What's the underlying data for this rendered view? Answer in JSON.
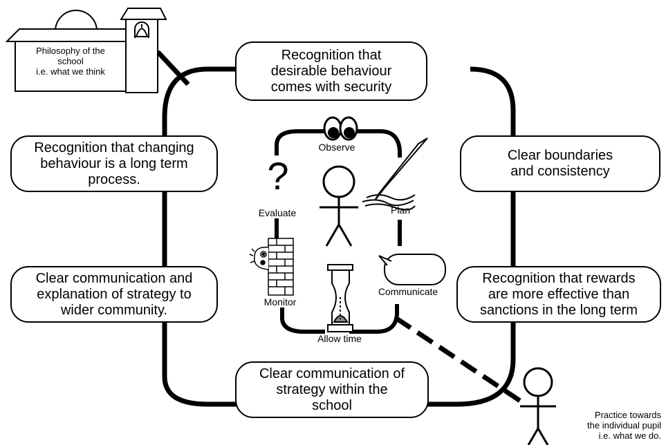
{
  "philosophy": {
    "text": "Philosophy of the\nschool\ni.e. what we think"
  },
  "practice": {
    "text": "Practice towards\nthe individual pupil\ni.e. what we do."
  },
  "outer_boxes": {
    "top": "Recognition that\ndesirable behaviour\ncomes with security",
    "left_upper": "Recognition that changing\nbehaviour is a long term\nprocess.",
    "right_upper": "Clear boundaries\nand consistency",
    "left_lower": "Clear communication and\nexplanation of strategy to\nwider community.",
    "right_lower": "Recognition that rewards\nare more effective than\nsanctions in the long term",
    "bottom": "Clear communication of\nstrategy within the\nschool"
  },
  "cycle": {
    "observe": "Observe",
    "plan": "Plan",
    "communicate": "Communicate",
    "allow_time": "Allow time",
    "monitor": "Monitor",
    "evaluate": "Evaluate",
    "question_mark": "?"
  },
  "icons": [
    "school-building-icon",
    "bell-icon",
    "eyes-icon",
    "pencil-icon",
    "question-mark-icon",
    "brick-wall-icon",
    "peeking-face-icon",
    "hourglass-icon",
    "speech-bubble-icon",
    "stick-figure-icon"
  ]
}
